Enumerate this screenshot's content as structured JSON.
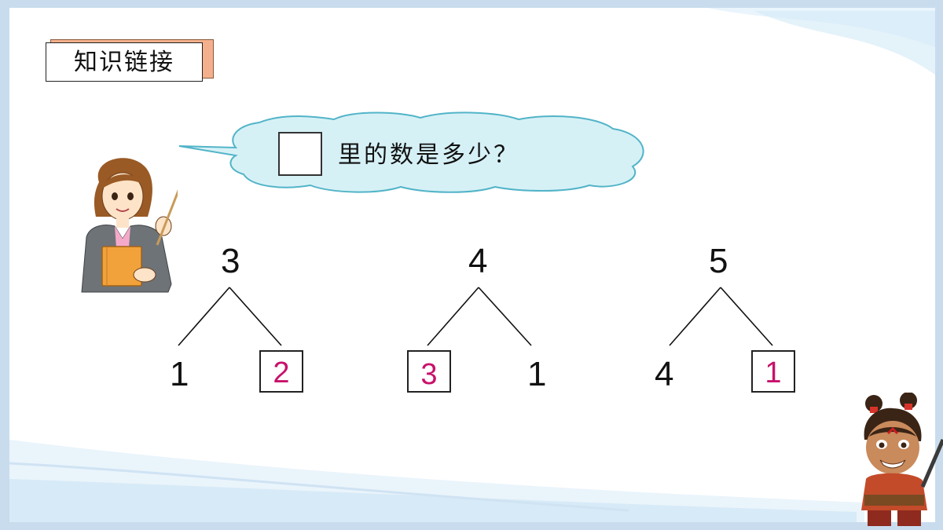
{
  "header": {
    "title": "知识链接"
  },
  "prompt": {
    "text": "里的数是多少？"
  },
  "trees": [
    {
      "top": "3",
      "left": "1",
      "right": "2",
      "answer_side": "right"
    },
    {
      "top": "4",
      "left": "3",
      "right": "1",
      "answer_side": "left"
    },
    {
      "top": "5",
      "left": "4",
      "right": "1",
      "answer_side": "right"
    }
  ],
  "colors": {
    "answer": "#c8116b",
    "frame": "#c9dcee",
    "badge_shadow": "#f4b08c",
    "cloud_fill": "#d6f1f6",
    "cloud_stroke": "#52b4c8"
  },
  "icons": {
    "teacher": "teacher-illustration",
    "kid": "cartoon-boy-illustration"
  }
}
